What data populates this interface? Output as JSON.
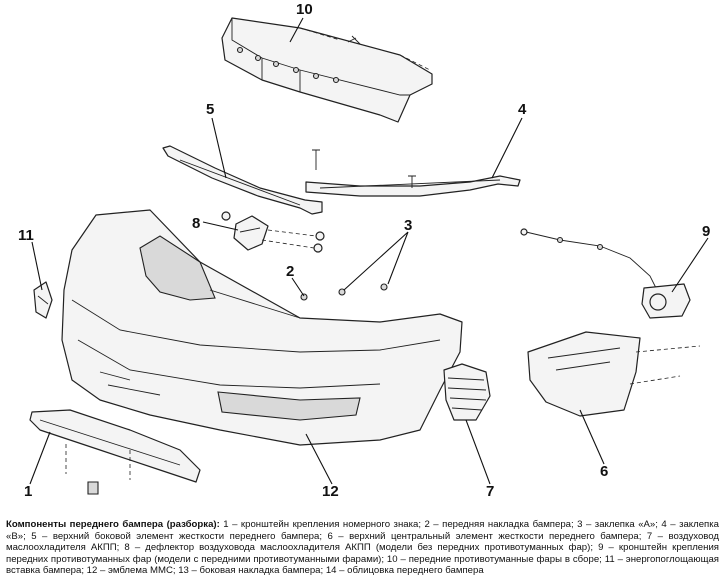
{
  "callouts": [
    "10",
    "5",
    "4",
    "8",
    "3",
    "11",
    "2",
    "9",
    "1",
    "12",
    "7",
    "6"
  ],
  "caption": {
    "title": "Компоненты переднего бампера (разборка):",
    "text": " 1 – кронштейн крепления номерного знака; 2 – передняя накладка бампера; 3 – заклепка «А»; 4 – заклепка «В»; 5 – верхний боковой элемент жесткости переднего бампера; 6 – верхний центральный элемент жесткости переднего бампера; 7 – воздуховод маслоохладителя АКПП; 8 – дефлектор воздуховода маслоохладителя АКПП (модели без передних противотуманных фар); 9 – кронштейн крепления передних противотуманных фар (модели с передними противотуманными фарами); 10 – передние противотуманные фары в сборе; 11 – энергопоглощающая вставка бампера; 12 – эмблема ММС; 13 – боковая накладка бампера; 14 – облицовка переднего бампера"
  }
}
